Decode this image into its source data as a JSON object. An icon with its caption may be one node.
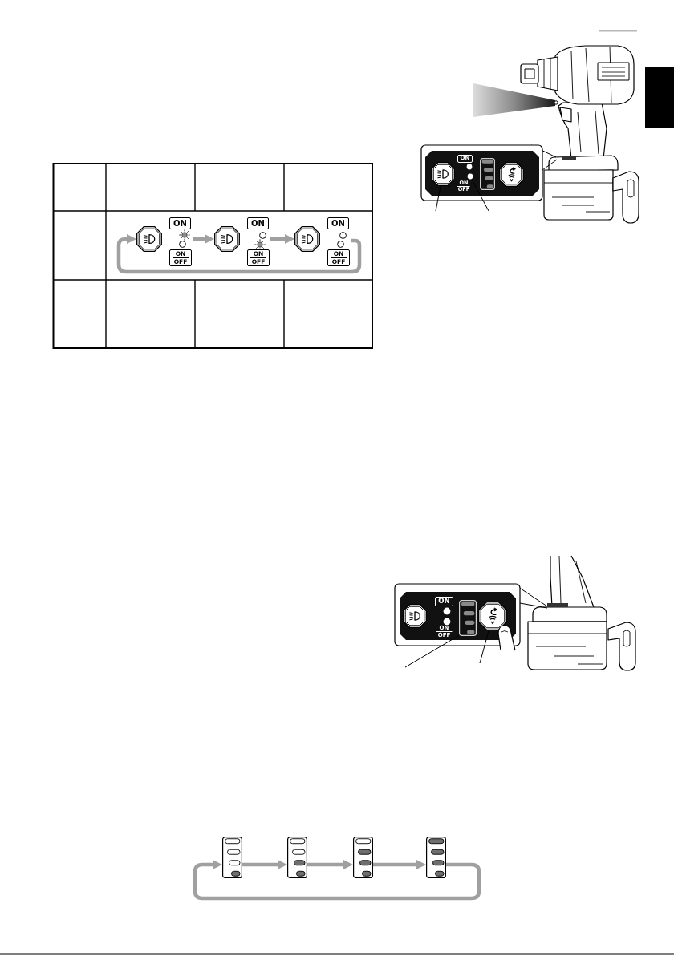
{
  "diagram": {
    "nodes": [
      {
        "text": [],
        "shape": "box"
      },
      {
        "text": [],
        "shape": "octagon"
      },
      {
        "text": [],
        "shape": "circle"
      },
      {
        "text": [
          "ON",
          "ON OFF"
        ]
      },
      {
        "text": [
          "ON",
          "ON OFF"
        ]
      },
      {
        "text": [
          "ON",
          "ON OFF"
        ]
      },
      {
        "text": [],
        "shape": "bar"
      },
      {
        "text": [],
        "shape": "octagon"
      },
      {
        "text": [],
        "shape": "bar"
      },
      {
        "text": [],
        "shape": "bar"
      },
      {
        "text": [],
        "shape": "bar"
      },
      {
        "text": [],
        "shape": "bar"
      }
    ],
    "edges": [
      {
        "from": null,
        "to": 1,
        "arrow": "none",
        "color": "#000000"
      },
      {
        "from": null,
        "to": 2,
        "arrow": "none",
        "color": "#000000"
      },
      {
        "from": 3,
        "to": 4,
        "arrow": "to"
      },
      {
        "from": 4,
        "to": 5,
        "arrow": "to"
      },
      {
        "from": 5,
        "to": 3,
        "arrow": "to"
      },
      {
        "from": null,
        "to": 6,
        "arrow": "none",
        "color": "#000000"
      },
      {
        "from": null,
        "to": 7,
        "arrow": "none",
        "color": "#000000"
      },
      {
        "from": 8,
        "to": 9,
        "arrow": "to"
      },
      {
        "from": 9,
        "to": 10,
        "arrow": "to"
      },
      {
        "from": 10,
        "to": 11,
        "arrow": "to"
      },
      {
        "from": 11,
        "to": 8,
        "arrow": "to"
      }
    ],
    "labels": [
      "ON",
      "ON OFF",
      "ON",
      "ON OFF"
    ]
  }
}
